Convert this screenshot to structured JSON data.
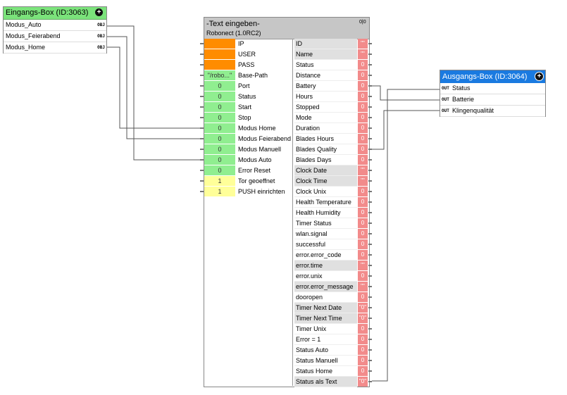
{
  "input_box": {
    "title": "Eingangs-Box (ID:3063)",
    "items": [
      {
        "label": "Modus_Auto",
        "tag": "OBJ"
      },
      {
        "label": "Modus_Feierabend",
        "tag": "OBJ"
      },
      {
        "label": "Modus_Home",
        "tag": "OBJ"
      }
    ]
  },
  "main_block": {
    "title": "-Text eingeben-",
    "subtitle": "Robonect (1.0RC2)",
    "corner_tag": "0|0",
    "inputs": [
      {
        "value": "",
        "label": "IP",
        "color": "#ff8c00"
      },
      {
        "value": "",
        "label": "USER",
        "color": "#ff8c00"
      },
      {
        "value": "",
        "label": "PASS",
        "color": "#ff8c00"
      },
      {
        "value": "\"/robo...\"",
        "label": "Base-Path",
        "color": "#90ee90"
      },
      {
        "value": "0",
        "label": "Port",
        "color": "#90ee90"
      },
      {
        "value": "0",
        "label": "Status",
        "color": "#90ee90"
      },
      {
        "value": "0",
        "label": "Start",
        "color": "#90ee90"
      },
      {
        "value": "0",
        "label": "Stop",
        "color": "#90ee90"
      },
      {
        "value": "0",
        "label": "Modus Home",
        "color": "#90ee90"
      },
      {
        "value": "0",
        "label": "Modus Feierabend",
        "color": "#90ee90"
      },
      {
        "value": "0",
        "label": "Modus Manuell",
        "color": "#90ee90"
      },
      {
        "value": "0",
        "label": "Modus Auto",
        "color": "#90ee90"
      },
      {
        "value": "0",
        "label": "Error Reset",
        "color": "#90ee90"
      },
      {
        "value": "1",
        "label": "Tor geoeffnet",
        "color": "#ffff99"
      },
      {
        "value": "1",
        "label": "PUSH einrichten",
        "color": "#ffff99"
      }
    ],
    "outputs": [
      {
        "label": "ID",
        "value": "\"\"",
        "grey": true
      },
      {
        "label": "Name",
        "value": "\"\"",
        "grey": true
      },
      {
        "label": "Status",
        "value": "0",
        "grey": false
      },
      {
        "label": "Distance",
        "value": "0",
        "grey": false
      },
      {
        "label": "Battery",
        "value": "0",
        "grey": false
      },
      {
        "label": "Hours",
        "value": "0",
        "grey": false
      },
      {
        "label": "Stopped",
        "value": "0",
        "grey": false
      },
      {
        "label": "Mode",
        "value": "0",
        "grey": false
      },
      {
        "label": "Duration",
        "value": "0",
        "grey": false
      },
      {
        "label": "Blades Hours",
        "value": "0",
        "grey": false
      },
      {
        "label": "Blades Quality",
        "value": "0",
        "grey": false
      },
      {
        "label": "Blades Days",
        "value": "0",
        "grey": false
      },
      {
        "label": "Clock Date",
        "value": "\"\"",
        "grey": true
      },
      {
        "label": "Clock Time",
        "value": "\"\"",
        "grey": true
      },
      {
        "label": "Clock Unix",
        "value": "0",
        "grey": false
      },
      {
        "label": "Health Temperature",
        "value": "0",
        "grey": false
      },
      {
        "label": "Health Humidity",
        "value": "0",
        "grey": false
      },
      {
        "label": "Timer Status",
        "value": "0",
        "grey": false
      },
      {
        "label": "wlan.signal",
        "value": "0",
        "grey": false
      },
      {
        "label": "successful",
        "value": "0",
        "grey": false
      },
      {
        "label": "error.error_code",
        "value": "0",
        "grey": false
      },
      {
        "label": "error.time",
        "value": "\"\"",
        "grey": true
      },
      {
        "label": "error.unix",
        "value": "0",
        "grey": false
      },
      {
        "label": "error.error_message",
        "value": "\"\"",
        "grey": true
      },
      {
        "label": "dooropen",
        "value": "0",
        "grey": false
      },
      {
        "label": "Timer Next Date",
        "value": "\"0\"",
        "grey": true
      },
      {
        "label": "Timer Next Time",
        "value": "\"0\"",
        "grey": true
      },
      {
        "label": "Timer Unix",
        "value": "0",
        "grey": false
      },
      {
        "label": "Error = 1",
        "value": "0",
        "grey": false
      },
      {
        "label": "Status Auto",
        "value": "0",
        "grey": false
      },
      {
        "label": "Status Manuell",
        "value": "0",
        "grey": false
      },
      {
        "label": "Status Home",
        "value": "0",
        "grey": false
      },
      {
        "label": "Status als Text",
        "value": "\"0\"",
        "grey": true
      }
    ]
  },
  "output_box": {
    "title": "Ausgangs-Box (ID:3064)",
    "items": [
      {
        "label": "Status",
        "tag": "OUT"
      },
      {
        "label": "Batterie",
        "tag": "OUT"
      },
      {
        "label": "Klingenqualität",
        "tag": "OUT"
      }
    ]
  },
  "colors": {
    "input_header": "#7be37b",
    "output_header": "#1a7ae0",
    "output_cell": "#f28b8b"
  },
  "icons": {
    "add": "plus-circle-icon"
  }
}
